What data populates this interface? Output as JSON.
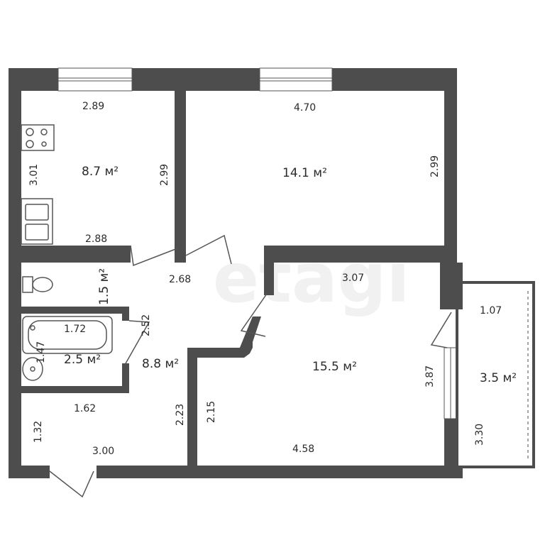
{
  "watermark": "etagi",
  "colors": {
    "wall": "#4d4d4d",
    "line": "#555555",
    "background": "#ffffff"
  },
  "rooms": [
    {
      "id": "kitchen",
      "area": "8.7 м²",
      "dims": [
        "2.89",
        "3.01",
        "2.99",
        "2.88"
      ]
    },
    {
      "id": "bedroom",
      "area": "14.1 м²",
      "dims": [
        "4.70",
        "2.99"
      ]
    },
    {
      "id": "toilet",
      "area": "1.5 м²"
    },
    {
      "id": "bathroom",
      "area": "2.5 м²",
      "dims": [
        "1.72",
        "1.47"
      ]
    },
    {
      "id": "hall",
      "area": "8.8 м²",
      "dims": [
        "2.68",
        "2.52",
        "2.23",
        "1.62",
        "1.32",
        "3.00"
      ]
    },
    {
      "id": "living",
      "area": "15.5 м²",
      "dims": [
        "3.07",
        "2.15",
        "3.87",
        "4.58"
      ]
    },
    {
      "id": "balcony",
      "area": "3.5 м²",
      "dims": [
        "1.07",
        "3.30"
      ]
    }
  ]
}
